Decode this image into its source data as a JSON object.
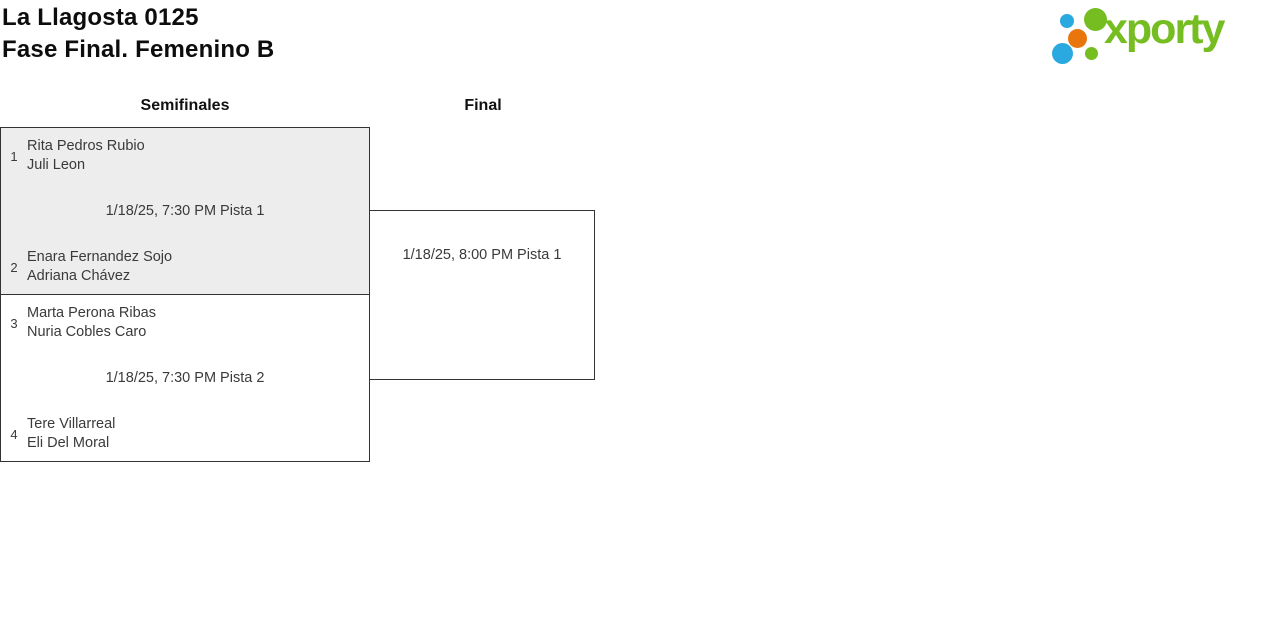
{
  "header": {
    "title_line1": "La Llagosta 0125",
    "title_line2": "Fase Final. Femenino B"
  },
  "logo": {
    "brand": "xporty",
    "colors": {
      "green": "#76bd22",
      "blue": "#2aa9e0",
      "orange": "#e8760d"
    }
  },
  "bracket": {
    "rounds": [
      {
        "label": "Semifinales"
      },
      {
        "label": "Final"
      }
    ],
    "matches": [
      {
        "round": "Semifinales",
        "schedule": "1/18/25, 7:30 PM Pista 1",
        "highlighted": true,
        "team1": {
          "seed": "1",
          "players": [
            "Rita Pedros Rubio",
            "Juli Leon"
          ]
        },
        "team2": {
          "seed": "2",
          "players": [
            "Enara Fernandez Sojo",
            "Adriana Chávez"
          ]
        }
      },
      {
        "round": "Semifinales",
        "schedule": "1/18/25, 7:30 PM Pista 2",
        "highlighted": false,
        "team1": {
          "seed": "3",
          "players": [
            "Marta Perona Ribas",
            "Nuria Cobles Caro"
          ]
        },
        "team2": {
          "seed": "4",
          "players": [
            "Tere Villarreal",
            "Eli Del Moral"
          ]
        }
      },
      {
        "round": "Final",
        "schedule": "1/18/25, 8:00 PM Pista 1"
      }
    ]
  }
}
